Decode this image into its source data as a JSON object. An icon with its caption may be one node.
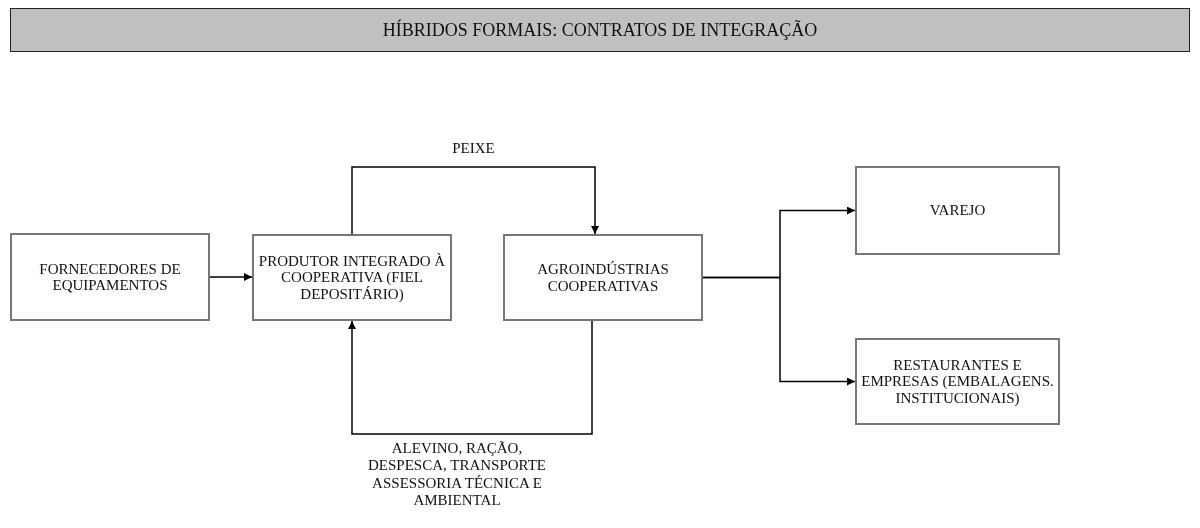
{
  "diagram": {
    "title": "HÍBRIDOS FORMAIS: CONTRATOS DE INTEGRAÇÃO",
    "nodes": [
      {
        "text": [
          "FORNECEDORES DE EQUIPAMENTOS"
        ]
      },
      {
        "text": [
          "PRODUTOR INTEGRADO À COOPERATIVA (FIEL DEPOSITÁRIO)"
        ]
      },
      {
        "text": [
          "AGROINDÚSTRIAS COOPERATIVAS"
        ]
      },
      {
        "text": [
          "VAREJO"
        ]
      },
      {
        "text": [
          "RESTAURANTES E EMPRESAS (EMBALAGENS. INSTITUCIONAIS)"
        ]
      }
    ],
    "edges": [
      {
        "from": 0,
        "to": 1,
        "arrow": "to"
      },
      {
        "from": 1,
        "to": 2,
        "arrow": "to",
        "label": "PEIXE"
      },
      {
        "from": 2,
        "to": 1,
        "arrow": "to",
        "label": "ALEVINO, RAÇÃO, DESPESCA, TRANSPORTE ASSESSORIA TÉCNICA E AMBIENTAL"
      },
      {
        "from": 2,
        "to": 3,
        "arrow": "to"
      },
      {
        "from": 2,
        "to": 4,
        "arrow": "to"
      }
    ]
  }
}
